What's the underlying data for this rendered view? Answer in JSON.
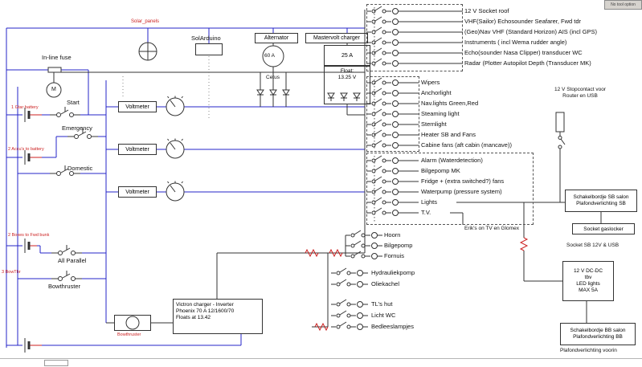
{
  "ui": {
    "no_tool_button": "No tool option"
  },
  "colors": {
    "wire_blue": "#2424c8",
    "wire_black": "#333333",
    "wire_red": "#cc2222",
    "note_red": "#cc2222"
  },
  "sources": {
    "solar_panels": "Solar_panels",
    "solarduino": "SolArduino",
    "alternator": "Alternator",
    "alternator_rating": "60 A",
    "alternator_name": "Cetus",
    "mastervolt": "Mastervolt charger",
    "mastervolt_rating": "25 A",
    "mastervolt_float_label": "Float:",
    "mastervolt_float_value": "13.25 V",
    "victron_line1": "Victron charger - Inverter",
    "victron_line2": "Phoenix 70 A 12/1600/70",
    "victron_line3": "Floats at 13.42"
  },
  "left_bank": {
    "inline_fuse": "In-line fuse",
    "motor_letter": "M",
    "start": "Start",
    "emergency": "Emergency",
    "domestic": "Domestic",
    "all_parallel": "All Parallel",
    "bowthruster": "Bowthruster",
    "bowthruster_motor": "Bowthruster",
    "voltmeters": [
      "Voltmeter",
      "Voltmeter",
      "Voltmeter"
    ],
    "notes": [
      "1 Gtar battery",
      "2 Accu's to battery",
      "2 Boxes to Fwd bunk",
      "3 BowThr"
    ]
  },
  "panels": {
    "nav": {
      "circuits": [
        "12 V Socket roof",
        "VHF(Sailor) Echosounder Seafarer, Fwd tdr",
        "(Geo)Nav VHF (Standard Horizon) AIS (incl GPS)",
        "Instruments ( incl Wema rudder angle)",
        "Echo(sounder Nasa Clipper) transducer WC",
        "Radar (Plotter Autopilot Depth (Transducer MK)"
      ]
    },
    "deck": {
      "circuits": [
        "Wipers",
        "Anchorlight",
        "Nav.lights Green,Red",
        "Steaming light",
        "Sternlight",
        "Heater SB and Fans",
        "Cabine fans (aft cabin (mancave))"
      ]
    },
    "domestic": {
      "circuits": [
        "Alarm (Waterdetection)",
        "Bilgepomp MK",
        "Fridge + (extra switched?) fans",
        "Waterpump (pressure system)",
        "Lights",
        "T.V."
      ]
    },
    "direct": [
      "Hoorn",
      "Bilgepomp",
      "Fornuis"
    ],
    "cabin": [
      "Hydrauliekpomp",
      "Oliekachel",
      "TL's hut",
      "Licht WC",
      "Bedleeslampjes"
    ]
  },
  "right_column": {
    "stopcontact_line1": "12 V Stopcontact voor",
    "stopcontact_line2": "Router en USB",
    "schakelbordje_sb_line1": "Schakelbordje SB salon",
    "schakelbordje_sb_line2": "Plafondverlichting SB",
    "socket_gaslocker": "Socket gaslocker",
    "socket_sb": "Socket SB 12V & USB",
    "dcdc_line1": "12 V DC-DC",
    "dcdc_line2": "tbv",
    "dcdc_line3": "LED lights",
    "dcdc_line4": "MAX 5A",
    "schakelbordje_bb_line1": "Schakelbordje BB salon",
    "schakelbordje_bb_line2": "Plafondverlichting BB",
    "plafond_voorin": "Plafondverlichting voorin",
    "erik_tv": "Erik's on TV en Glomex"
  }
}
